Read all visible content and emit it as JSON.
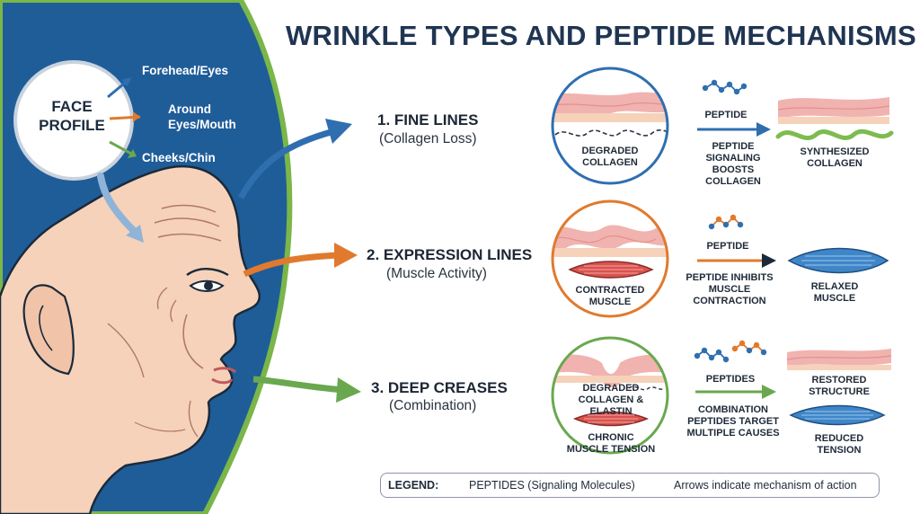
{
  "title": "WRINKLE TYPES AND PEPTIDE MECHANISMS",
  "face_profile": {
    "bubble_title": "FACE PROFILE",
    "regions": [
      "Forehead/Eyes",
      "Around Eyes/Mouth",
      "Cheeks/Chin"
    ]
  },
  "wrinkle_types": [
    {
      "name": "1. FINE LINES",
      "cause": "(Collagen Loss)",
      "color": "#2f6fb0",
      "before_caption": "DEGRADED COLLAGEN",
      "agent_label": "PEPTIDE",
      "mechanism": "PEPTIDE SIGNALING BOOSTS COLLAGEN",
      "after_caption": "SYNTHESIZED COLLAGEN"
    },
    {
      "name": "2. EXPRESSION LINES",
      "cause": "(Muscle Activity)",
      "color": "#e07a2e",
      "before_caption": "CONTRACTED MUSCLE",
      "agent_label": "PEPTIDE",
      "mechanism": "PEPTIDE INHIBITS MUSCLE CONTRACTION",
      "after_caption": "RELAXED MUSCLE"
    },
    {
      "name": "3. DEEP CREASES",
      "cause": "(Combination)",
      "color": "#6aa84f",
      "before_caption_top": "DEGRADED COLLAGEN & ELASTIN",
      "before_caption_bottom": "CHRONIC MUSCLE TENSION",
      "agent_label": "PEPTIDES",
      "mechanism": "COMBINATION PEPTIDES TARGET MULTIPLE CAUSES",
      "after_caption_top": "RESTORED STRUCTURE",
      "after_caption_bottom": "REDUCED TENSION"
    }
  ],
  "legend": {
    "label": "LEGEND:",
    "peptides": "PEPTIDES (Signaling Molecules)",
    "arrows": "Arrows indicate mechanism of action"
  },
  "colors": {
    "panel_blue": "#1f5d99",
    "panel_green_border": "#7ab648",
    "skin": "#f6d2ba",
    "skin_pink": "#f1b3b0",
    "muscle_red": "#d9534f",
    "muscle_blue": "#3f86c9",
    "collagen_green": "#7dbb4f",
    "title_navy": "#1f3552"
  }
}
